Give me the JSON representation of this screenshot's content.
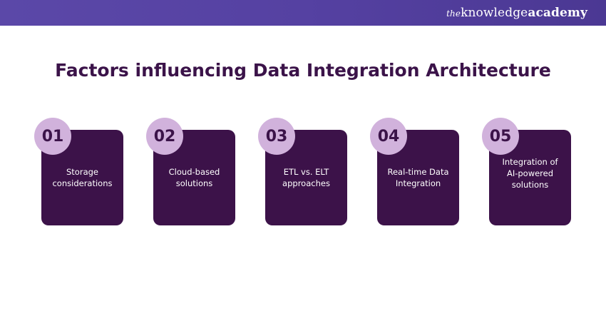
{
  "header": {
    "logo": {
      "the": "the",
      "knowledge": "knowledge",
      "academy": "academy"
    },
    "colors": {
      "start": "#5b48a8",
      "end": "#4b3893"
    }
  },
  "title": "Factors influencing Data Integration Architecture",
  "colors": {
    "title": "#3b1349",
    "card": "#3c1249",
    "badge": "#d1b2dc",
    "card_text": "#ffffff"
  },
  "factors": [
    {
      "number": "01",
      "label": "Storage considerations"
    },
    {
      "number": "02",
      "label": "Cloud-based solutions"
    },
    {
      "number": "03",
      "label": "ETL vs. ELT approaches"
    },
    {
      "number": "04",
      "label": "Real-time Data Integration"
    },
    {
      "number": "05",
      "label": "Integration of AI-powered solutions"
    }
  ]
}
